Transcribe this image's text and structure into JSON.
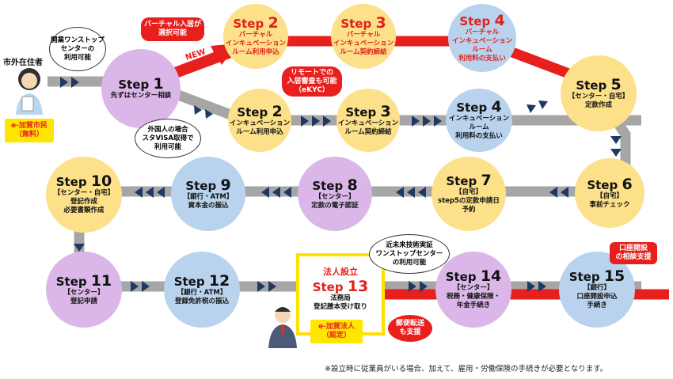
{
  "resident_label": "市外在住者",
  "resident_badge": [
    "e-加賀市民",
    "（無料）"
  ],
  "cloud_onestop": [
    "開業ワンストップ",
    "センターの",
    "利用可能"
  ],
  "cloud_visa": [
    "外国人の場合",
    "スタVISA取得で",
    "利用可能"
  ],
  "cloud_future": [
    "近未来技術実証",
    "ワンストップセンター",
    "の利用可能"
  ],
  "tag_virtual": [
    "バーチャル入居が",
    "選択可能"
  ],
  "tag_new": "NEW",
  "tag_ekyc": [
    "リモートでの",
    "入居審査も可能",
    "（eKYC）"
  ],
  "tag_mail": [
    "郵便転送",
    "も支援"
  ],
  "tag_bank": [
    "口座開設",
    "の相談支援"
  ],
  "corp_heading": "法人設立",
  "corp_badge": [
    "e-加賀法人",
    "（認定）"
  ],
  "footnote": "※設立時に従業員がいる場合、加えて、雇用・労働保険の手続きが必要となります。",
  "steps": {
    "s1": {
      "label": "Step",
      "num": "1",
      "desc": [
        "先ずはセンター相談"
      ]
    },
    "s2v": {
      "label": "Step",
      "num": "2",
      "desc": [
        "バーチャル",
        "インキュベーション",
        "ルーム利用申込"
      ]
    },
    "s3v": {
      "label": "Step",
      "num": "3",
      "desc": [
        "バーチャル",
        "インキュベーション",
        "ルーム契約締結"
      ]
    },
    "s4v": {
      "label": "Step",
      "num": "4",
      "desc": [
        "バーチャル",
        "インキュベーション",
        "ルーム",
        "利用料の支払い"
      ]
    },
    "s2": {
      "label": "Step",
      "num": "2",
      "desc": [
        "インキュベーション",
        "ルーム利用申込"
      ]
    },
    "s3": {
      "label": "Step",
      "num": "3",
      "desc": [
        "インキュベーション",
        "ルーム契約締結"
      ]
    },
    "s4": {
      "label": "Step",
      "num": "4",
      "desc": [
        "インキュベーションルーム",
        "利用料の支払い"
      ]
    },
    "s5": {
      "label": "Step",
      "num": "5",
      "desc": [
        "【センター・自宅】",
        "定款作成"
      ]
    },
    "s6": {
      "label": "Step",
      "num": "6",
      "desc": [
        "【自宅】",
        "事前チェック"
      ]
    },
    "s7": {
      "label": "Step",
      "num": "7",
      "desc": [
        "【自宅】",
        "step5の定款申請日",
        "予約"
      ]
    },
    "s8": {
      "label": "Step",
      "num": "8",
      "desc": [
        "【センター】",
        "定款の電子認証"
      ]
    },
    "s9": {
      "label": "Step",
      "num": "9",
      "desc": [
        "【銀行・ATM】",
        "資本金の振込"
      ]
    },
    "s10": {
      "label": "Step",
      "num": "10",
      "desc": [
        "【センター・自宅】",
        "登記作成",
        "必要書類作成"
      ]
    },
    "s11": {
      "label": "Step",
      "num": "11",
      "desc": [
        "【センター】",
        "登記申請"
      ]
    },
    "s12": {
      "label": "Step",
      "num": "12",
      "desc": [
        "【銀行・ATM】",
        "登録免許税の振込"
      ]
    },
    "s13": {
      "label": "Step",
      "num": "13",
      "desc": [
        "法務局",
        "登記謄本受け取り"
      ]
    },
    "s14": {
      "label": "Step",
      "num": "14",
      "desc": [
        "【センター】",
        "税務・健康保険・",
        "年金手続き"
      ]
    },
    "s15": {
      "label": "Step",
      "num": "15",
      "desc": [
        "【銀行】",
        "口座開設申込",
        "手続き"
      ]
    }
  },
  "colors": {
    "gray": "#a6a6a6",
    "red": "#e8201d",
    "arrow": "#3a3a3a",
    "purple": "#dab7e8",
    "yellow": "#fde08a",
    "blue": "#b9d3ee",
    "badge_red": "#e8201d",
    "badge_yellow": "#ffe600"
  }
}
